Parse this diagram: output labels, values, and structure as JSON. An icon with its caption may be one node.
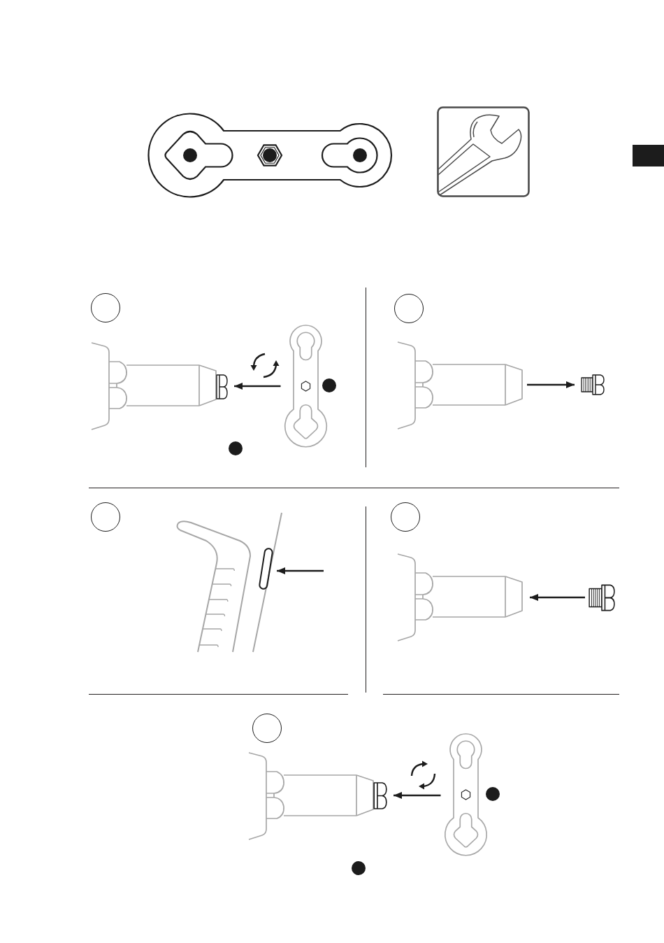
{
  "diagram": {
    "nodes": [
      {
        "text": [],
        "shape": "circle"
      },
      {
        "text": [],
        "shape": "picture"
      },
      {
        "text": [],
        "shape": "picture"
      },
      {
        "text": [],
        "shape": "dot"
      },
      {
        "text": [],
        "shape": "dot"
      },
      {
        "text": [],
        "shape": "circle"
      },
      {
        "text": [],
        "shape": "picture"
      },
      {
        "text": [],
        "shape": "picture"
      },
      {
        "text": [],
        "shape": "circle"
      },
      {
        "text": [],
        "shape": "box"
      },
      {
        "text": [],
        "shape": "circle"
      },
      {
        "text": [],
        "shape": "picture"
      },
      {
        "text": [],
        "shape": "picture"
      },
      {
        "text": [],
        "shape": "circle"
      },
      {
        "text": [],
        "shape": "picture"
      },
      {
        "text": [],
        "shape": "picture"
      },
      {
        "text": [],
        "shape": "dot"
      },
      {
        "text": [],
        "shape": "dot"
      }
    ],
    "edges": [
      {
        "from": 2,
        "to": 1,
        "arrow": "to"
      },
      {
        "from": 6,
        "to": 7,
        "arrow": "to"
      },
      {
        "from": null,
        "to": 9,
        "arrow": "to"
      },
      {
        "from": 12,
        "to": 11,
        "arrow": "to"
      },
      {
        "from": 15,
        "to": 14,
        "arrow": "to"
      }
    ]
  }
}
